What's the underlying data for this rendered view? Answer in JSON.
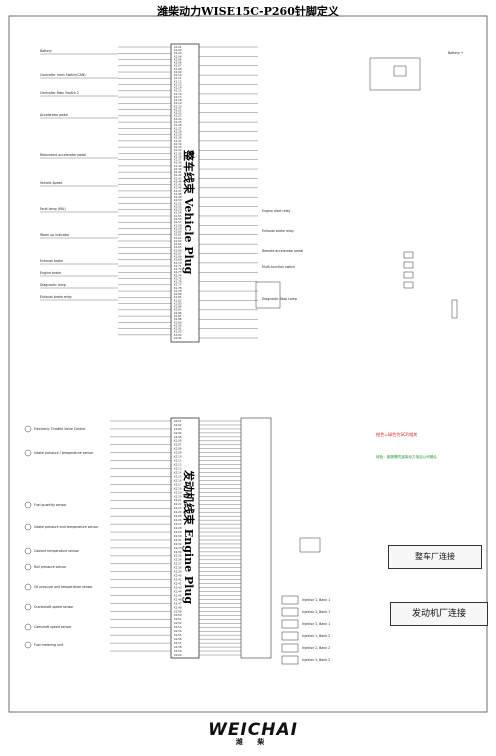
{
  "title": "潍柴动力WISE15C-P260针脚定义",
  "vehicle_plug_label": "整车线束 Vehicle Plug",
  "engine_plug_label": "发动机线束 Engine Plug",
  "oem_connect_label": "整车厂连接",
  "engine_connect_label": "发动机厂连接",
  "logo": {
    "wordmark": "WEICHAI",
    "chinese": "潍 柴"
  },
  "colors": {
    "line": "#333333",
    "red": "#e0281e",
    "green": "#1f9a2f"
  },
  "notes": {
    "orange_scr": "橙色=绿色为SCR相关",
    "green_note": "绿色：客服需同潍柴动力电话公司确认"
  },
  "left_labels": [
    "Battery",
    "Controller main Switch(CAN)",
    "Controller Main Switch 2",
    "Accelerator pedal",
    "Redundant accelerator pedal",
    "Vehicle Speed",
    "Fault lamp (MIL)",
    "Warm up indicator",
    "Exhaust brake",
    "Engine brake",
    "Diagnostic lamp",
    "Exhaust brake relay"
  ],
  "right_labels": [
    "Battery +",
    "Engine start relay",
    "Exhaust brake relay",
    "Remote accelerator pedal",
    "Multi-function switch",
    "Diagnostic Stop Lamp"
  ],
  "engine_left_labels": [
    "Electronic Throttle Valve Control",
    "Intake pressure / temperature sensor",
    "Fuel quantity sensor",
    "Intake pressure and temperature sensor",
    "Coolant temperature sensor",
    "Rail pressure sensor",
    "Oil pressure and temperature sensor",
    "Crankshaft speed sensor",
    "Camshaft speed sensor",
    "Fuel metering unit"
  ],
  "engine_right_labels": [
    "Injector 1, Bank 1",
    "Injector 2, Bank 1",
    "Injector 3, Bank 1",
    "Injector 1, Bank 2",
    "Injector 2, Bank 2",
    "Injector 3, Bank 2"
  ],
  "pins_vehicle": [
    "K1.01",
    "K1.02",
    "K1.03",
    "K1.04",
    "K1.05",
    "K1.06",
    "K1.07",
    "K1.08",
    "K1.09",
    "K1.10",
    "K1.11",
    "K1.12",
    "K1.13",
    "K1.14",
    "K1.15",
    "K1.16",
    "K1.17",
    "K1.18",
    "K1.19",
    "K1.20",
    "K1.21",
    "K1.22",
    "K1.23",
    "K1.24",
    "K1.25",
    "K1.26",
    "K1.27",
    "K1.28",
    "K1.29",
    "K1.30",
    "K1.31",
    "K1.32",
    "K1.33",
    "K1.34",
    "K1.35",
    "K1.36",
    "K1.37",
    "K1.38",
    "K1.39",
    "K1.40",
    "K1.41",
    "K1.42",
    "K1.43",
    "K1.44",
    "K1.45",
    "K1.46",
    "K1.47",
    "K1.48",
    "K1.49",
    "K1.50",
    "K1.51",
    "K1.52",
    "K1.53",
    "K1.54",
    "K1.55",
    "K1.56",
    "K1.57",
    "K1.58",
    "K1.59",
    "K1.60",
    "K1.61",
    "K1.62",
    "K1.63",
    "K1.64",
    "K1.65",
    "K1.66",
    "K1.67",
    "K1.68",
    "K1.69",
    "K1.70",
    "K1.71",
    "K1.72",
    "K1.73",
    "K1.74",
    "K1.75",
    "K1.76",
    "K1.77",
    "K1.78",
    "K1.79",
    "K1.80",
    "K1.81",
    "K1.82",
    "K1.83",
    "K1.84",
    "K1.85",
    "K1.86",
    "K1.87",
    "K1.88",
    "K1.89",
    "K1.90",
    "K1.91",
    "K1.92",
    "K1.93",
    "K1.94"
  ],
  "pins_engine": [
    "K2.01",
    "K2.02",
    "K2.03",
    "K2.04",
    "K2.05",
    "K2.06",
    "K2.07",
    "K2.08",
    "K2.09",
    "K2.10",
    "K2.11",
    "K2.12",
    "K2.13",
    "K2.14",
    "K2.15",
    "K2.16",
    "K2.17",
    "K2.18",
    "K2.19",
    "K2.20",
    "K2.21",
    "K2.22",
    "K2.23",
    "K2.24",
    "K2.25",
    "K2.26",
    "K2.27",
    "K2.28",
    "K2.29",
    "K2.30",
    "K2.31",
    "K2.32",
    "K2.33",
    "K2.34",
    "K2.35",
    "K2.36",
    "K2.37",
    "K2.38",
    "K2.39",
    "K2.40",
    "K2.41",
    "K2.42",
    "K2.43",
    "K2.44",
    "K2.45",
    "K2.46",
    "K2.47",
    "K2.48",
    "K2.49",
    "K2.50",
    "K2.51",
    "K2.52",
    "K2.53",
    "K2.54",
    "K2.55",
    "K2.56",
    "K2.57",
    "K2.58",
    "K2.59",
    "K2.60"
  ]
}
